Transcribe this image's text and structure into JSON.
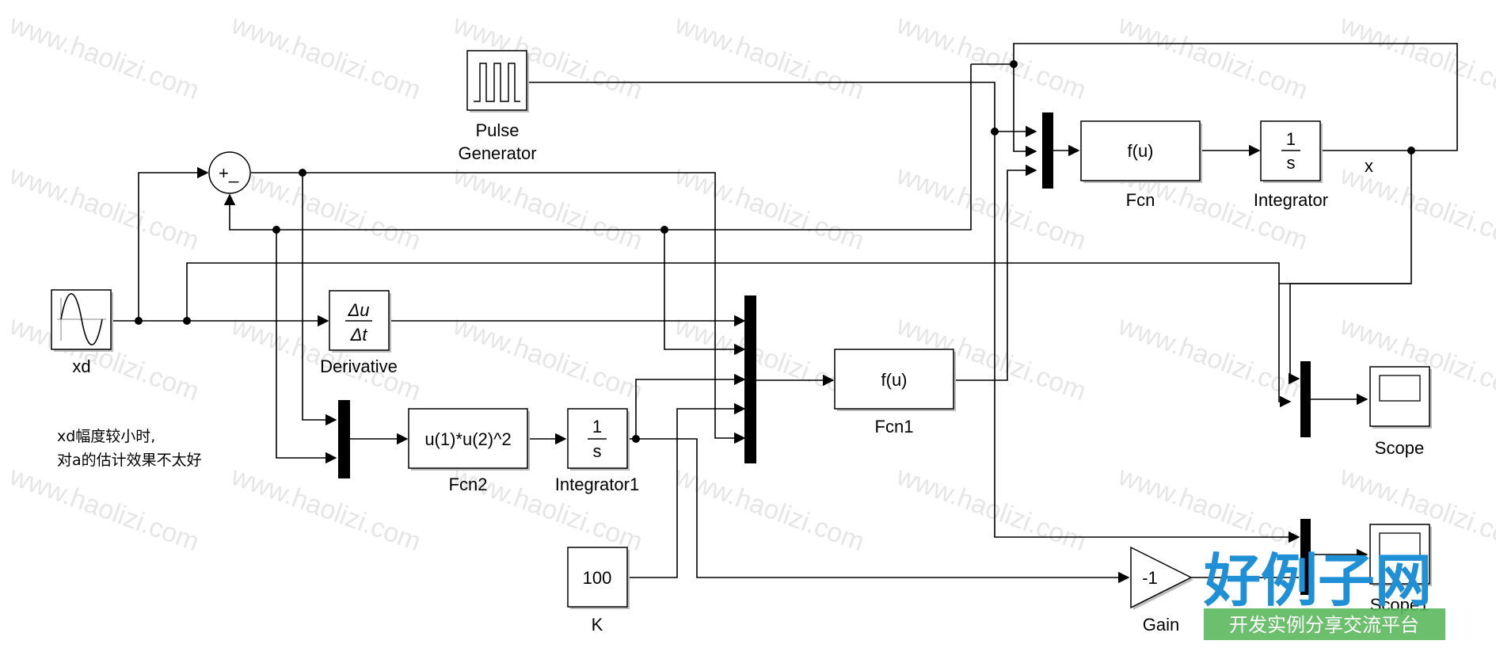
{
  "blocks": {
    "pulse": "Pulse\nGenerator",
    "sum_plus": "+",
    "sum_minus": "_",
    "xd": "xd",
    "derivative": "Derivative",
    "derivative_num": "Δu",
    "derivative_den": "Δt",
    "fcn": "Fcn",
    "fcn_expr": "f(u)",
    "integrator": "Integrator",
    "int_num": "1",
    "int_den": "s",
    "signal_x": "x",
    "fcn1": "Fcn1",
    "fcn1_expr": "f(u)",
    "fcn2": "Fcn2",
    "fcn2_expr": "u(1)*u(2)^2",
    "integrator1": "Integrator1",
    "int1_num": "1",
    "int1_den": "s",
    "k": "K",
    "k_value": "100",
    "gain": "Gain",
    "gain_value": "-1",
    "scope": "Scope",
    "scope1": "Scope1"
  },
  "note": {
    "line1": "xd幅度较小时,",
    "line2": "对a的估计效果不太好"
  },
  "watermark": {
    "text": "www.haolizi.com",
    "brand": "好例子网",
    "brand_sub": "开发实例分享交流平台"
  },
  "colors": {
    "wire": "#000000",
    "watermark": "#e6e6e6",
    "brand_blue": "#1f8fd6",
    "brand_green": "#5cb85c"
  }
}
